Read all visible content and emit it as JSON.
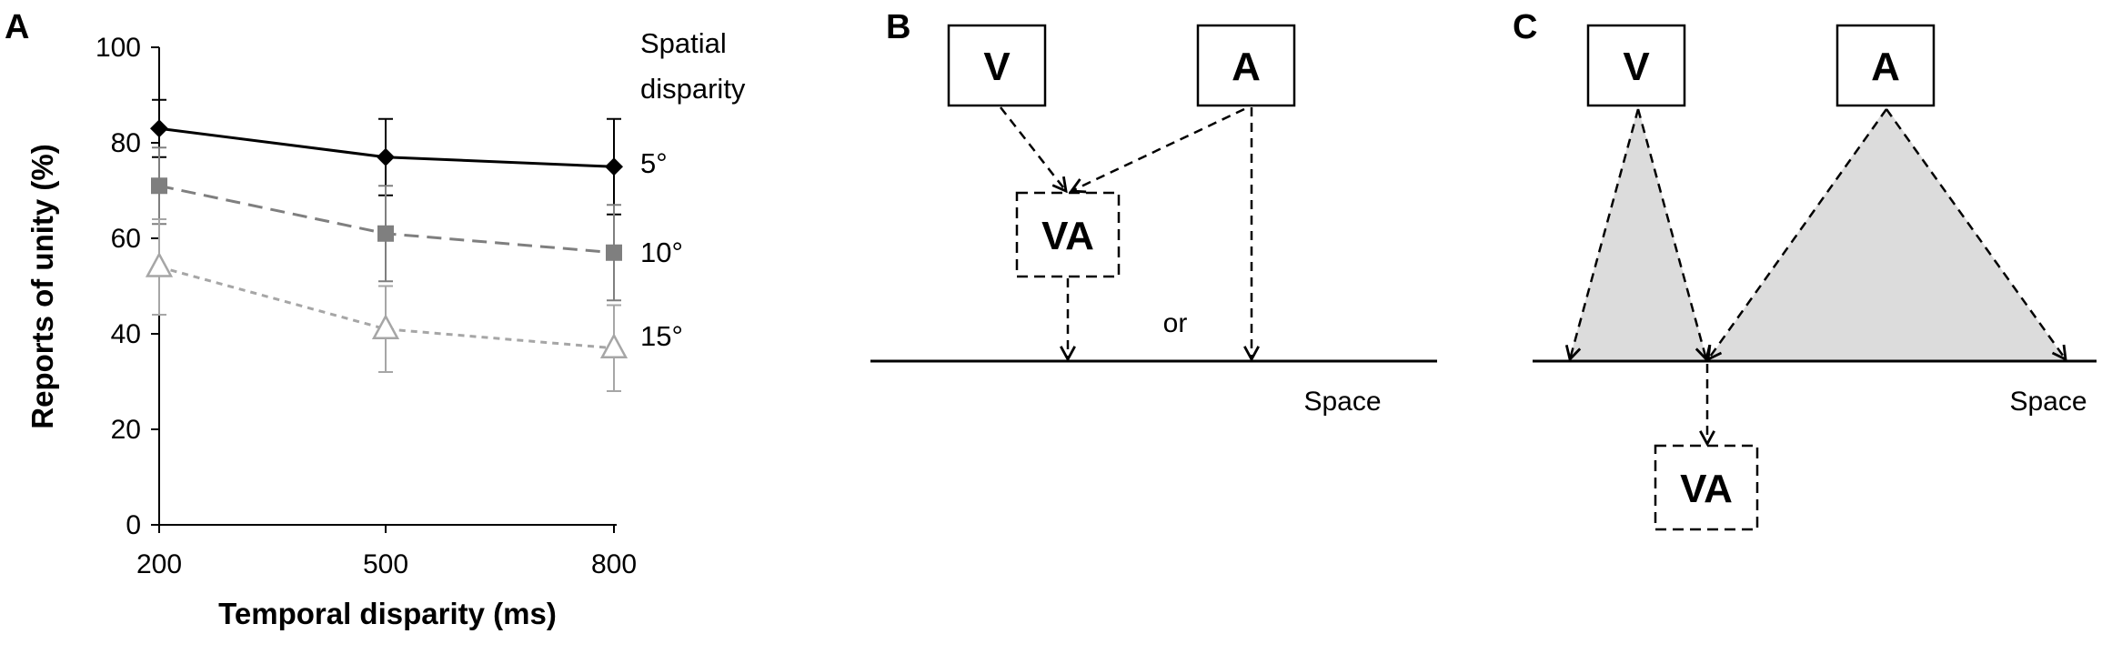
{
  "panel_labels": {
    "a": "A",
    "b": "B",
    "c": "C"
  },
  "legend_title_lines": [
    "Spatial",
    "disparity"
  ],
  "chart_data": {
    "type": "line",
    "xlabel": "Temporal disparity (ms)",
    "ylabel": "Reports of unity (%)",
    "x": [
      200,
      500,
      800
    ],
    "x_ticks": [
      "200",
      "500",
      "800"
    ],
    "ylim": [
      0,
      100
    ],
    "y_ticks": [
      "0",
      "20",
      "40",
      "60",
      "80",
      "100"
    ],
    "grid": false,
    "legend_position": "right",
    "series": [
      {
        "name": "5°",
        "values": [
          83,
          77,
          75
        ],
        "errors": [
          6,
          8,
          10
        ],
        "color": "#000000",
        "dash": "solid",
        "marker": "diamond"
      },
      {
        "name": "10°",
        "values": [
          71,
          61,
          57
        ],
        "errors": [
          8,
          10,
          10
        ],
        "color": "#7f7f7f",
        "dash": "dashed",
        "marker": "square"
      },
      {
        "name": "15°",
        "values": [
          54,
          41,
          37
        ],
        "errors": [
          10,
          9,
          9
        ],
        "color": "#a6a6a6",
        "dash": "dotted",
        "marker": "triangle-open"
      }
    ]
  },
  "diagram_b": {
    "box_v": "V",
    "box_a": "A",
    "box_va": "VA",
    "or_label": "or",
    "space_label": "Space"
  },
  "diagram_c": {
    "box_v": "V",
    "box_a": "A",
    "box_va": "VA",
    "space_label": "Space"
  }
}
